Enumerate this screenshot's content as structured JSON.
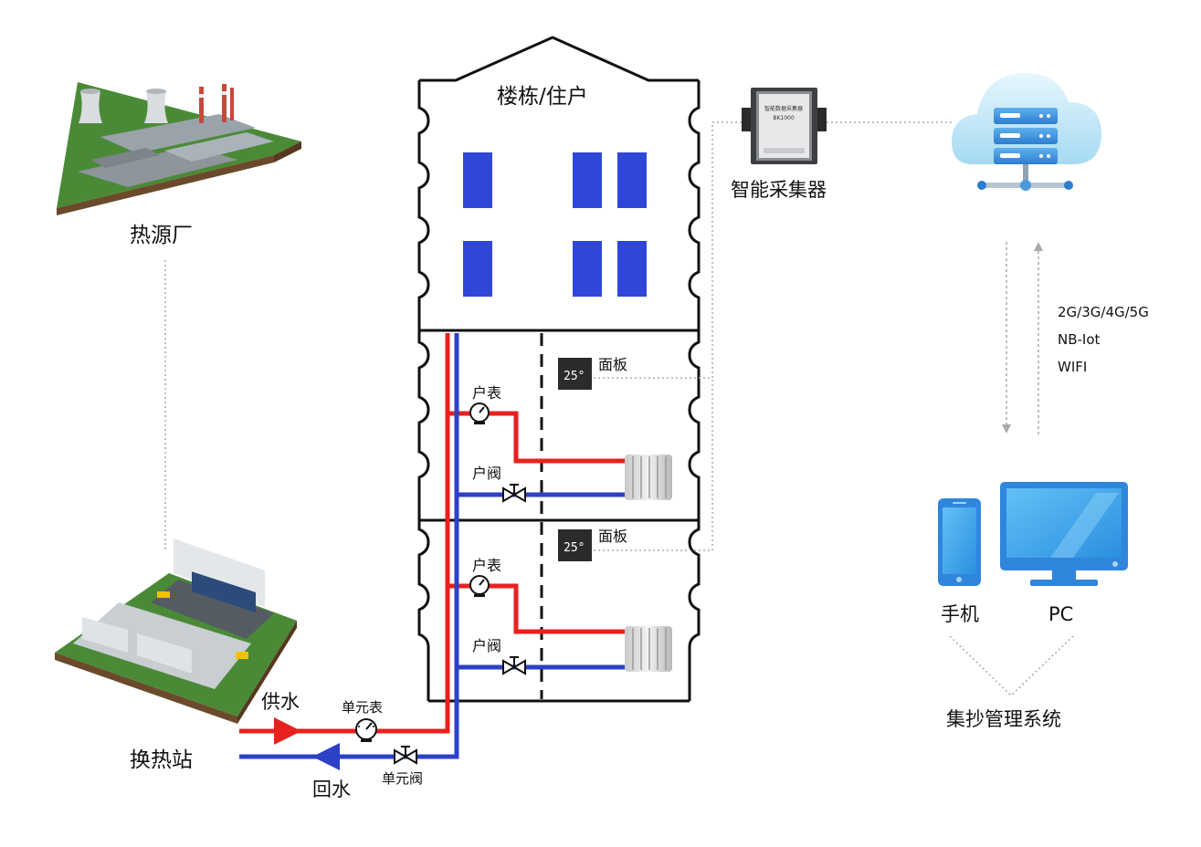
{
  "labels": {
    "heat_source": "热源厂",
    "exchange_station": "换热站",
    "supply_water": "供水",
    "return_water": "回水",
    "unit_meter": "单元表",
    "unit_valve": "单元阀",
    "building": "楼栋/住户",
    "household_meter_1": "户表",
    "household_valve_1": "户阀",
    "household_meter_2": "户表",
    "household_valve_2": "户阀",
    "panel_1": "面板",
    "panel_2": "面板",
    "panel_temp_1": "25°",
    "panel_temp_2": "25°",
    "collector": "智能采集器",
    "collector_device_title": "智能数据采集器",
    "collector_device_model": "BK1000",
    "network_1": "2G/3G/4G/5G",
    "network_2": "NB-Iot",
    "network_3": "WIFI",
    "phone": "手机",
    "pc": "PC",
    "system": "集抄管理系统"
  },
  "colors": {
    "supply": "#e8211f",
    "return": "#2d41c8",
    "window": "#2f47d6",
    "dotted": "#aaaaaa"
  }
}
